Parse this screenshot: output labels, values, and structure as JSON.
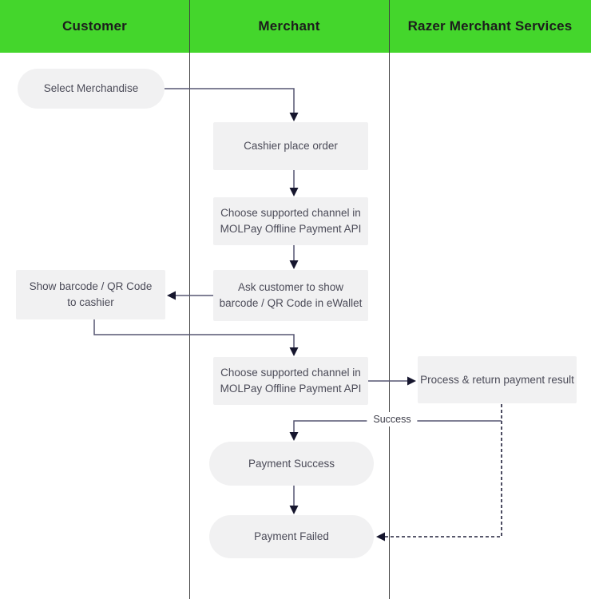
{
  "lanes": [
    {
      "title": "Customer"
    },
    {
      "title": "Merchant"
    },
    {
      "title": "Razer Merchant Services"
    }
  ],
  "boxes": {
    "select_merchandise": {
      "lines": [
        "Select Merchandise"
      ]
    },
    "cashier_place_order": {
      "lines": [
        "Cashier place order"
      ]
    },
    "choose_channel_1": {
      "lines": [
        "Choose supported channel in",
        "MOLPay Offline Payment API"
      ]
    },
    "show_barcode": {
      "lines": [
        "Show barcode / QR Code",
        "to cashier"
      ]
    },
    "ask_customer": {
      "lines": [
        "Ask customer to show",
        "barcode / QR Code in eWallet"
      ]
    },
    "choose_channel_2": {
      "lines": [
        "Choose supported channel in",
        "MOLPay Offline Payment API"
      ]
    },
    "process_return": {
      "lines": [
        "Process & return payment result"
      ]
    },
    "payment_success": {
      "lines": [
        "Payment Success"
      ]
    },
    "payment_failed": {
      "lines": [
        "Payment Failed"
      ]
    }
  },
  "connectors": {
    "success_label": "Success"
  },
  "colors": {
    "header_green": "#44d62c",
    "header_text": "#1c1c1c",
    "box_fill": "#f1f1f2",
    "box_text": "#4b4b58",
    "line": "#565672",
    "dashed_line": "#20203a",
    "arrowhead": "#16162e",
    "divider": "#424242"
  }
}
